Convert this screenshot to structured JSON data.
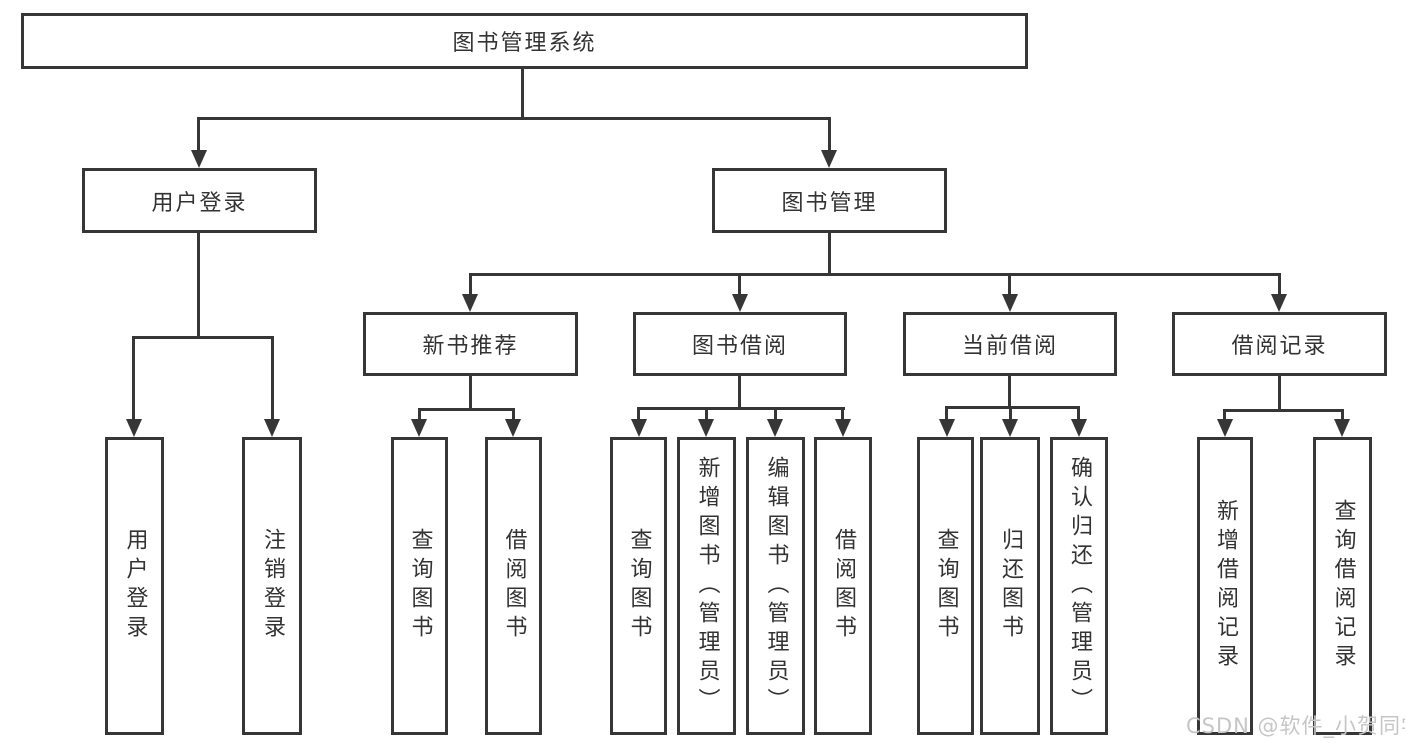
{
  "tree": {
    "label": "图书管理系统",
    "children": [
      {
        "label": "用户登录",
        "children": [
          {
            "label": "用户登录"
          },
          {
            "label": "注销登录"
          }
        ]
      },
      {
        "label": "图书管理",
        "children": [
          {
            "label": "新书推荐",
            "children": [
              {
                "label": "查询图书"
              },
              {
                "label": "借阅图书"
              }
            ]
          },
          {
            "label": "图书借阅",
            "children": [
              {
                "label": "查询图书"
              },
              {
                "label": "新增图书（管理员）"
              },
              {
                "label": "编辑图书（管理员）"
              },
              {
                "label": "借阅图书"
              }
            ]
          },
          {
            "label": "当前借阅",
            "children": [
              {
                "label": "查询图书"
              },
              {
                "label": "归还图书"
              },
              {
                "label": "确认归还（管理员）"
              }
            ]
          },
          {
            "label": "借阅记录",
            "children": [
              {
                "label": "新增借阅记录"
              },
              {
                "label": "查询借阅记录"
              }
            ]
          }
        ]
      }
    ]
  },
  "watermark": {
    "text": "CSDN @软件_小贺同学"
  },
  "colors": {
    "line": "#363636",
    "text": "#333333",
    "watermark": "#c6c6c6",
    "background": "#ffffff"
  }
}
